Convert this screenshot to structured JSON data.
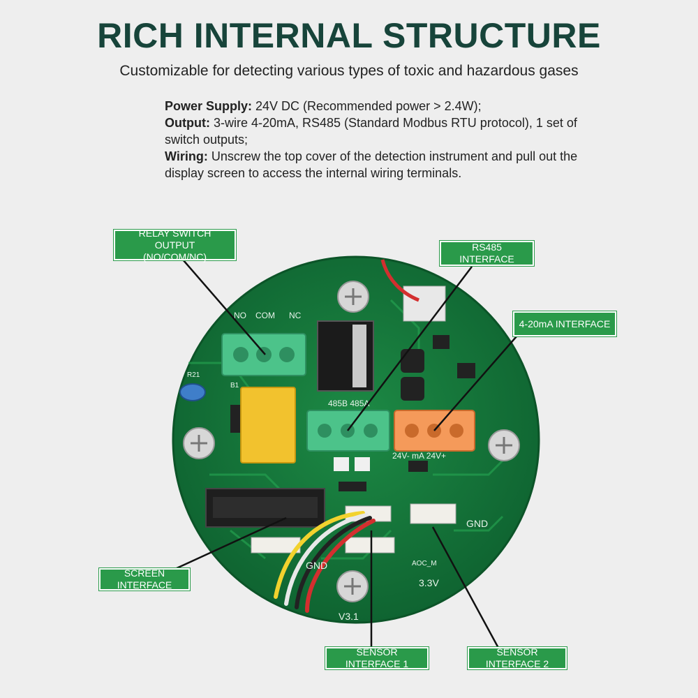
{
  "header": {
    "title": "RICH INTERNAL STRUCTURE",
    "subtitle": "Customizable for detecting various types of toxic and hazardous gases"
  },
  "specs": {
    "power_label": "Power Supply:",
    "power_value": " 24V DC  (Recommended power > 2.4W);",
    "output_label": "Output:",
    "output_value": " 3-wire 4-20mA, RS485 (Standard Modbus RTU protocol), 1 set of switch outputs;",
    "wiring_label": "Wiring:",
    "wiring_value": "  Unscrew the top cover of the detection instrument and pull out the display screen to access the internal wiring terminals."
  },
  "callouts": {
    "relay_line1": "RELAY SWITCH OUTPUT",
    "relay_line2": "(NO/COM/NC)",
    "rs485": "RS485 INTERFACE",
    "ma": "4-20mA INTERFACE",
    "screen": "SCREEN INTERFACE",
    "sensor1": "SENSOR INTERFACE 1",
    "sensor2": "SENSOR INTERFACE 2"
  },
  "board_silkscreen": {
    "no": "NO",
    "com": "COM",
    "nc": "NC",
    "gnd_right": "GND",
    "gnd_bottom": "GND",
    "v33": "3.3V",
    "version": "V3.1",
    "terminal_markings": "24V-  mA 24V+",
    "rs485_markings": "485B 485A",
    "aoc": "AOC_M",
    "r21": "R21",
    "b1": "B1"
  },
  "colors": {
    "background": "#eeeeee",
    "title": "#17443a",
    "board": "#157a3c",
    "callout": "#2a9a4a",
    "terminal_green": "#4cc38a",
    "terminal_orange": "#f59a5a",
    "relay": "#f2c22e"
  }
}
